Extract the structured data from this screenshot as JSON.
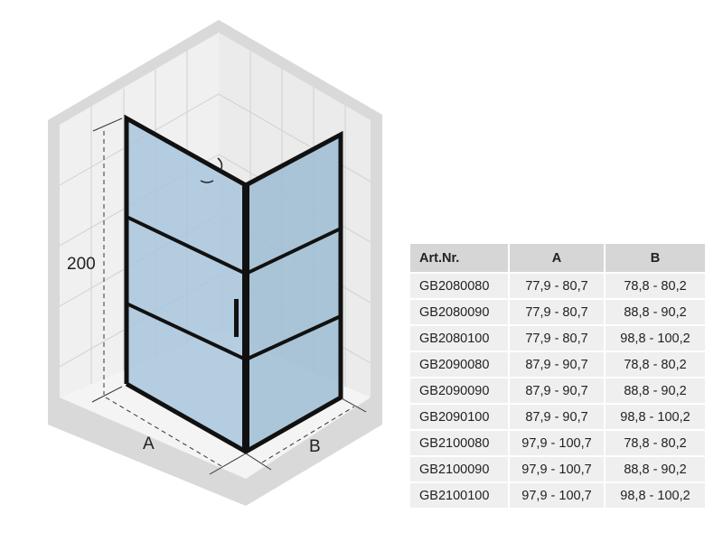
{
  "drawing": {
    "height_label": "200",
    "width_a_label": "A",
    "width_b_label": "B",
    "colors": {
      "frame": "#111111",
      "glass": "#a9c6dc",
      "wall": "#ececec",
      "wall_edge": "#d4d4d4"
    }
  },
  "table": {
    "headers": [
      "Art.Nr.",
      "A",
      "B"
    ],
    "rows": [
      [
        "GB2080080",
        "77,9 - 80,7",
        "78,8 - 80,2"
      ],
      [
        "GB2080090",
        "77,9 - 80,7",
        "88,8 - 90,2"
      ],
      [
        "GB2080100",
        "77,9 - 80,7",
        "98,8 - 100,2"
      ],
      [
        "GB2090080",
        "87,9 - 90,7",
        "78,8 - 80,2"
      ],
      [
        "GB2090090",
        "87,9 - 90,7",
        "88,8 - 90,2"
      ],
      [
        "GB2090100",
        "87,9 - 90,7",
        "98,8 - 100,2"
      ],
      [
        "GB2100080",
        "97,9 - 100,7",
        "78,8 - 80,2"
      ],
      [
        "GB2100090",
        "97,9 - 100,7",
        "88,8 - 90,2"
      ],
      [
        "GB2100100",
        "97,9 - 100,7",
        "98,8 - 100,2"
      ]
    ]
  }
}
